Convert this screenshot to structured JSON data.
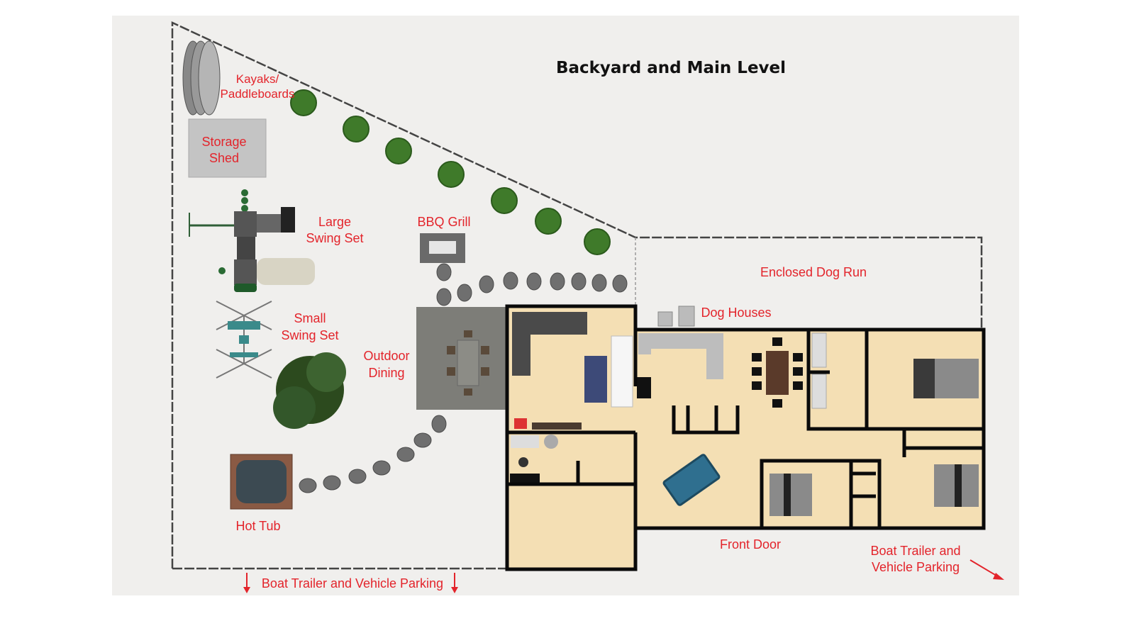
{
  "title": "Backyard and Main Level",
  "labels": {
    "kayaks_line1": "Kayaks/",
    "kayaks_line2": "Paddleboards",
    "shed_line1": "Storage",
    "shed_line2": "Shed",
    "large_swing_line1": "Large",
    "large_swing_line2": "Swing Set",
    "bbq": "BBQ Grill",
    "small_swing_line1": "Small",
    "small_swing_line2": "Swing Set",
    "dining_line1": "Outdoor",
    "dining_line2": "Dining",
    "hot_tub": "Hot Tub",
    "dog_run": "Enclosed Dog Run",
    "dog_houses": "Dog Houses",
    "front_door": "Front Door",
    "parking_right_line1": "Boat Trailer and",
    "parking_right_line2": "Vehicle Parking",
    "parking_bottom": "Boat Trailer and Vehicle Parking"
  },
  "colors": {
    "label": "#e3242b",
    "background": "#f0efed",
    "floor": "#f4dfb4",
    "wall": "#0a0a0a"
  }
}
